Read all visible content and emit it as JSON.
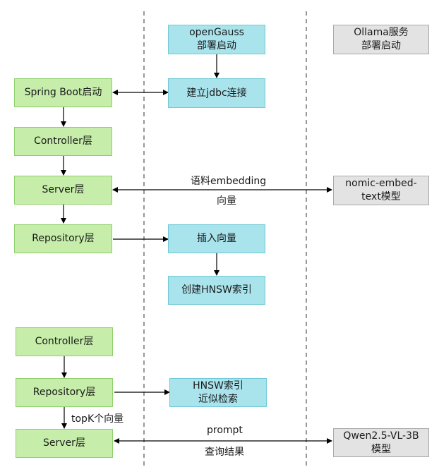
{
  "boxes": {
    "opengauss_deploy": "openGauss\n部署启动",
    "ollama_deploy": "Ollama服务\n部署启动",
    "spring_boot": "Spring Boot启动",
    "jdbc_connect": "建立jdbc连接",
    "controller_top": "Controller层",
    "server_top": "Server层",
    "nomic_model": "nomic-embed-\ntext模型",
    "repository_top": "Repository层",
    "insert_vector": "插入向量",
    "create_hnsw": "创建HNSW索引",
    "controller_bottom": "Controller层",
    "repository_bottom": "Repository层",
    "hnsw_search": "HNSW索引\n近似检索",
    "server_bottom": "Server层",
    "qwen_model": "Qwen2.5-VL-3B\n模型"
  },
  "labels": {
    "embedding_top": "语料embedding",
    "embedding_bottom": "向量",
    "topk": "topK个向量",
    "prompt": "prompt",
    "query_result": "查询结果"
  },
  "colors": {
    "green_fill": "#c6eda9",
    "cyan_fill": "#a9e3ec",
    "grey_fill": "#e3e3e3",
    "line": "#000000"
  }
}
